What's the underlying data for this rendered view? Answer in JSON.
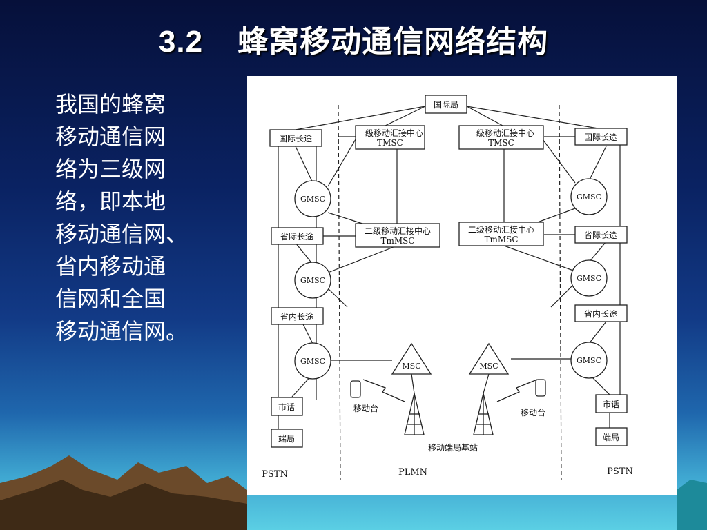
{
  "slide": {
    "title_number": "3.2",
    "title_text": "蜂窝移动通信网络结构",
    "body_lines": [
      "我国的蜂窝",
      "移动通信网",
      "络为三级网",
      "络，即本地",
      "移动通信网、",
      "省内移动通",
      "信网和全国",
      "移动通信网。"
    ]
  },
  "diagram": {
    "top": "国际局",
    "left_boxes": [
      "国际长途",
      "省际长途",
      "省内长途",
      "市话",
      "端局"
    ],
    "right_boxes": [
      "国际长途",
      "省际长途",
      "省内长途",
      "市话",
      "端局"
    ],
    "gmsc": "GMSC",
    "tmsc_l1": "一级移动汇接中心",
    "tmsc_l2": "TMSC",
    "tmsc_r1": "一级移动汇接中心",
    "tmsc_r2": "TMSC",
    "tm_l1": "二级移动汇接中心",
    "tm_l2": "TmMSC",
    "tm_r1": "二级移动汇接中心",
    "tm_r2": "TmMSC",
    "msc": "MSC",
    "mobile": "移动台",
    "base": "移动端局基站",
    "pstn": "PSTN",
    "plmn": "PLMN"
  }
}
